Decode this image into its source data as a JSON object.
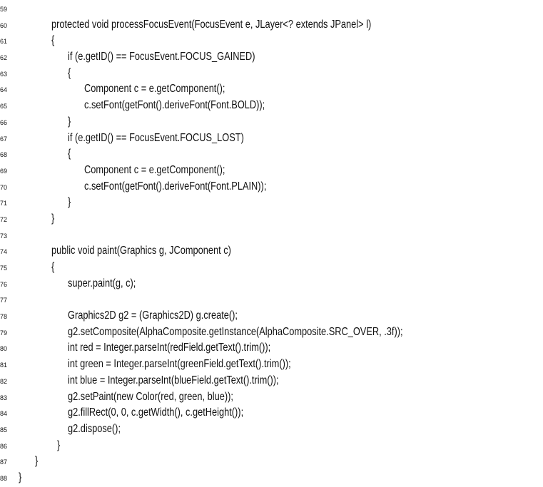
{
  "code": {
    "lines": [
      {
        "number": "59",
        "text": ""
      },
      {
        "number": "60",
        "text": "protected void processFocusEvent(FocusEvent e, JLayer<? extends JPanel> l)"
      },
      {
        "number": "61",
        "text": "{"
      },
      {
        "number": "62",
        "text": "if (e.getID() == FocusEvent.FOCUS_GAINED)"
      },
      {
        "number": "63",
        "text": "{"
      },
      {
        "number": "64",
        "text": "Component c = e.getComponent();"
      },
      {
        "number": "65",
        "text": "c.setFont(getFont().deriveFont(Font.BOLD));"
      },
      {
        "number": "66",
        "text": "}"
      },
      {
        "number": "67",
        "text": "if (e.getID() == FocusEvent.FOCUS_LOST)"
      },
      {
        "number": "68",
        "text": "{"
      },
      {
        "number": "69",
        "text": "Component c = e.getComponent();"
      },
      {
        "number": "70",
        "text": "c.setFont(getFont().deriveFont(Font.PLAIN));"
      },
      {
        "number": "71",
        "text": "}"
      },
      {
        "number": "72",
        "text": "}"
      },
      {
        "number": "73",
        "text": ""
      },
      {
        "number": "74",
        "text": "public void paint(Graphics g, JComponent c)"
      },
      {
        "number": "75",
        "text": "{"
      },
      {
        "number": "76",
        "text": "super.paint(g, c);"
      },
      {
        "number": "77",
        "text": ""
      },
      {
        "number": "78",
        "text": "Graphics2D g2 = (Graphics2D) g.create();"
      },
      {
        "number": "79",
        "text": "g2.setComposite(AlphaComposite.getInstance(AlphaComposite.SRC_OVER, .3f));"
      },
      {
        "number": "80",
        "text": "int red = Integer.parseInt(redField.getText().trim());"
      },
      {
        "number": "81",
        "text": "int green = Integer.parseInt(greenField.getText().trim());"
      },
      {
        "number": "82",
        "text": "int blue = Integer.parseInt(blueField.getText().trim());"
      },
      {
        "number": "83",
        "text": "g2.setPaint(new Color(red, green, blue));"
      },
      {
        "number": "84",
        "text": "g2.fillRect(0, 0, c.getWidth(), c.getHeight());"
      },
      {
        "number": "85",
        "text": "g2.dispose();"
      },
      {
        "number": "86",
        "text": "}"
      },
      {
        "number": "87",
        "text": "}"
      },
      {
        "number": "88",
        "text": "}"
      }
    ]
  }
}
